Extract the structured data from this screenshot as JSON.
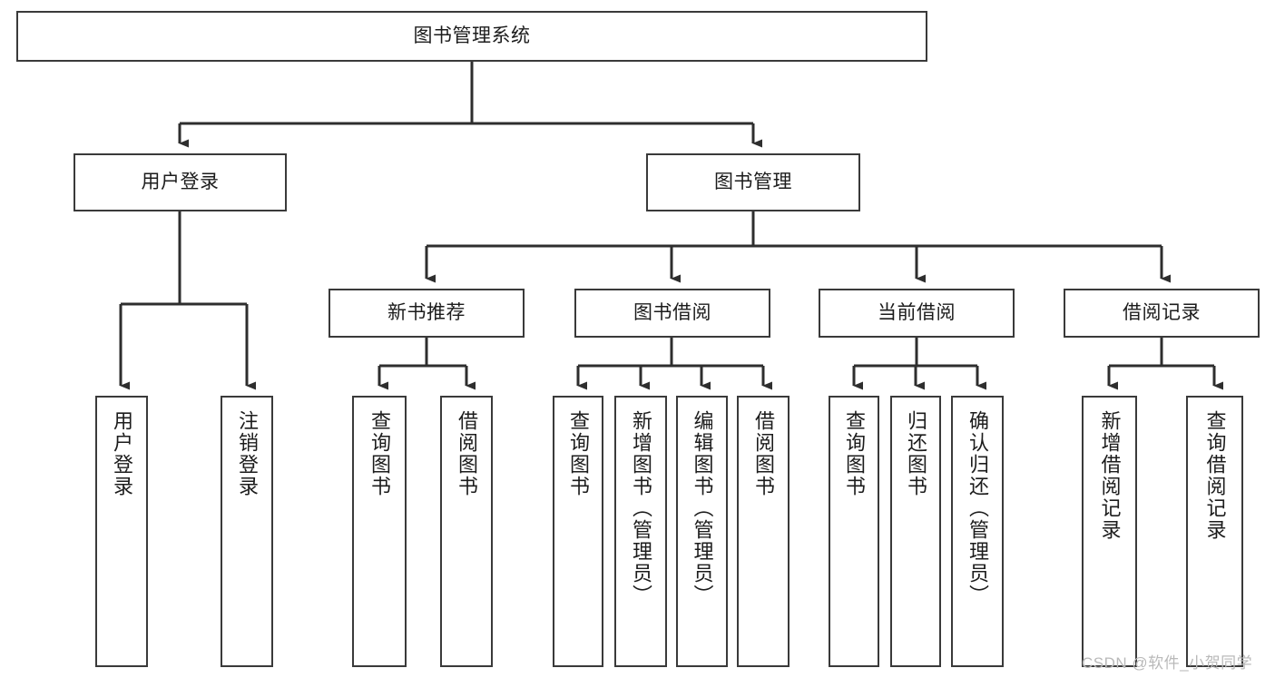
{
  "diagram": {
    "title": "图书管理系统",
    "type": "hierarchy-tree",
    "orientation": "top-down",
    "colors": {
      "box_border": "#3a3a3a",
      "box_fill": "#ffffff",
      "connector": "#2e2e2e",
      "text": "#1c1c1c",
      "watermark": "#b9b9b9"
    },
    "levels": [
      {
        "level": 1,
        "nodes": [
          {
            "id": "root",
            "label": "图书管理系统",
            "orientation": "horizontal"
          }
        ]
      },
      {
        "level": 2,
        "nodes": [
          {
            "id": "user-login",
            "label": "用户登录",
            "orientation": "horizontal",
            "parent": "root"
          },
          {
            "id": "book-manage",
            "label": "图书管理",
            "orientation": "horizontal",
            "parent": "root"
          }
        ]
      },
      {
        "level": 3,
        "nodes": [
          {
            "id": "new-book-rec",
            "label": "新书推荐",
            "orientation": "horizontal",
            "parent": "book-manage"
          },
          {
            "id": "book-borrow",
            "label": "图书借阅",
            "orientation": "horizontal",
            "parent": "book-manage"
          },
          {
            "id": "current-borrow",
            "label": "当前借阅",
            "orientation": "horizontal",
            "parent": "book-manage"
          },
          {
            "id": "borrow-record",
            "label": "借阅记录",
            "orientation": "horizontal",
            "parent": "book-manage"
          }
        ]
      },
      {
        "level": 4,
        "nodes": [
          {
            "id": "leaf-user-login",
            "label": "用户登录",
            "orientation": "vertical",
            "parent": "user-login"
          },
          {
            "id": "leaf-logout",
            "label": "注销登录",
            "orientation": "vertical",
            "parent": "user-login"
          },
          {
            "id": "leaf-query-book-rec",
            "label": "查询图书",
            "orientation": "vertical",
            "parent": "new-book-rec"
          },
          {
            "id": "leaf-borrow-book-rec",
            "label": "借阅图书",
            "orientation": "vertical",
            "parent": "new-book-rec"
          },
          {
            "id": "leaf-query-book-borrow",
            "label": "查询图书",
            "orientation": "vertical",
            "parent": "book-borrow"
          },
          {
            "id": "leaf-add-book",
            "label": "新增图书（管理员）",
            "orientation": "vertical",
            "parent": "book-borrow"
          },
          {
            "id": "leaf-edit-book",
            "label": "编辑图书（管理员）",
            "orientation": "vertical",
            "parent": "book-borrow"
          },
          {
            "id": "leaf-borrow-book",
            "label": "借阅图书",
            "orientation": "vertical",
            "parent": "book-borrow"
          },
          {
            "id": "leaf-query-book-current",
            "label": "查询图书",
            "orientation": "vertical",
            "parent": "current-borrow"
          },
          {
            "id": "leaf-return-book",
            "label": "归还图书",
            "orientation": "vertical",
            "parent": "current-borrow"
          },
          {
            "id": "leaf-confirm-return",
            "label": "确认归还（管理员）",
            "orientation": "vertical",
            "parent": "current-borrow"
          },
          {
            "id": "leaf-add-record",
            "label": "新增借阅记录",
            "orientation": "vertical",
            "parent": "borrow-record"
          },
          {
            "id": "leaf-query-record",
            "label": "查询借阅记录",
            "orientation": "vertical",
            "parent": "borrow-record"
          }
        ]
      }
    ]
  },
  "watermark": {
    "text": "CSDN @软件_小贺同学"
  }
}
